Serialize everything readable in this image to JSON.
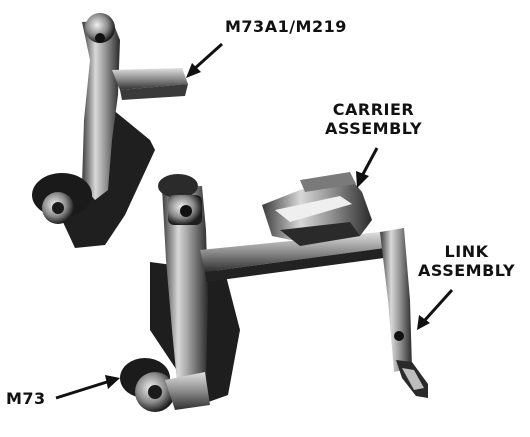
{
  "labels": {
    "m73a1_m219": "M73A1/M219",
    "carrier_line1": "CARRIER",
    "carrier_line2": "ASSEMBLY",
    "link_line1": "LINK",
    "link_line2": "ASSEMBLY",
    "m73": "M73"
  },
  "colors": {
    "ink": "#111111",
    "metal_light": "#cfcfcf",
    "metal_mid": "#8a8a8a",
    "metal_dark": "#2a2a2a",
    "background": "#ffffff"
  }
}
